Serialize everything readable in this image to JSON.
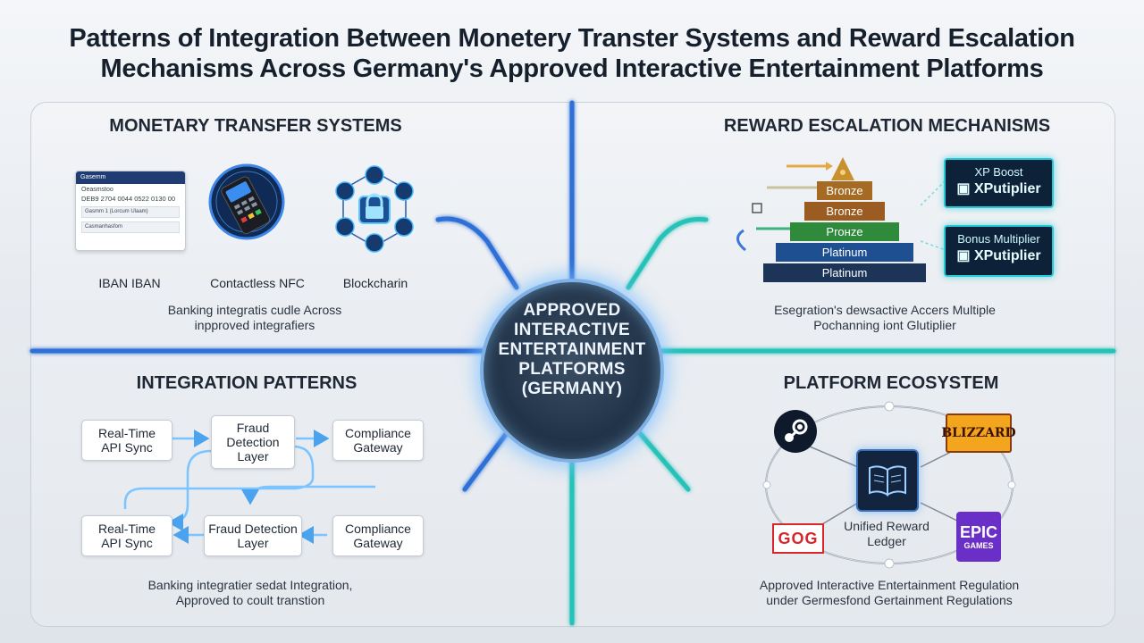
{
  "title": {
    "line1": "Patterns of Integration Between Monetery Transter Systems and Reward Escalation",
    "line2": "Mechanisms Across Germany's Approved Interactive Entertainment Platforms"
  },
  "hub": {
    "line1": "APPROVED",
    "line2": "INTERACTIVE",
    "line3": "ENTERTAINMENT",
    "line4": "PLATFORMS",
    "line5": "(GERMANY)"
  },
  "monetary": {
    "heading": "MONETARY TRANSFER SYSTEMS",
    "card": {
      "header": "Gasemm",
      "label": "Oeasmstoo",
      "number": "DEB9 2704 0044 0522 0130 00",
      "field1": "Gasmm 1 (Lorcum Ulaam)",
      "field2": "Casmanhasfom"
    },
    "items": [
      "IBAN IBAN",
      "Contactless NFC",
      "Blockcharin"
    ],
    "caption": [
      "Banking integratis cudle Across",
      "inpproved integrafiers"
    ]
  },
  "reward": {
    "heading": "REWARD ESCALATION MECHANISMS",
    "tiers": [
      "Bronze",
      "Bronze",
      "Prонze",
      "Platinum",
      "Platinum"
    ],
    "boxes": [
      {
        "line1": "XP Boost",
        "line2": "XPutiplier"
      },
      {
        "line1": "Bonus Multiplier",
        "line2": "XPutiplier"
      }
    ],
    "caption": [
      "Esegration's dewsactive Accers Multiple",
      "Pochanning iont Glutiplier"
    ]
  },
  "integration": {
    "heading": "INTEGRATION PATTERNS",
    "row1": [
      "Real-Time API Sync",
      "Fraud Detection Layer",
      "Compliance Gateway"
    ],
    "row2": [
      "Real-Time API Sync",
      "Fraud Detection Layer",
      "Compliance Gateway"
    ],
    "caption": [
      "Banking integratier sedat Integration,",
      "Approved to coult transtion"
    ]
  },
  "ecosystem": {
    "heading": "PLATFORM ECOSYSTEM",
    "center_label": [
      "Unified Reward",
      "Ledger"
    ],
    "logos": {
      "blizzard": "BLIZZARD",
      "gog": "GOG",
      "epic_top": "EPIC",
      "epic_bottom": "GAMES"
    },
    "caption": [
      "Approved Interactive Entertainment Regulation",
      "under Germesfond Gertainment Regulations"
    ]
  },
  "colors": {
    "blue_line": "#2f6fd6",
    "teal_line": "#27c2b8",
    "hub_glow": "#7fb0e6",
    "neon_border": "#27c9d6"
  }
}
